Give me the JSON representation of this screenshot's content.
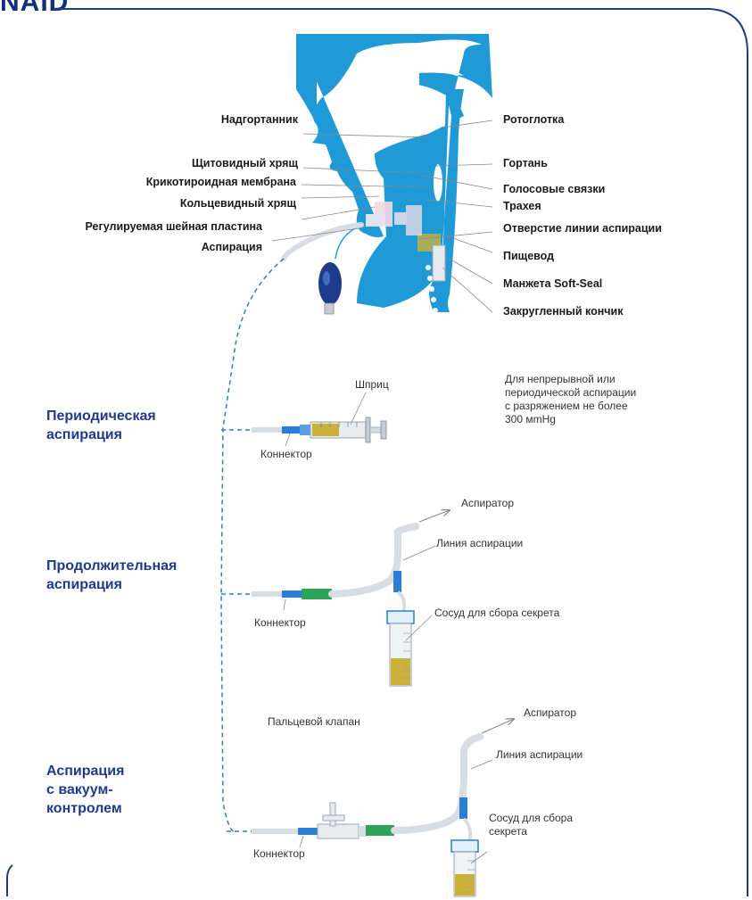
{
  "brand": "NAID",
  "colors": {
    "anatomy": "#1f9ad6",
    "frame": "#1f3a8a",
    "section_title": "#1f3a8a",
    "tube": "#d7dde2",
    "connector_blue": "#2b7fd2",
    "connector_green": "#2ea35a",
    "secretion": "#c9b13a"
  },
  "anatomy_labels": {
    "left": [
      {
        "name": "label-epiglottis",
        "text": "Надгортанник"
      },
      {
        "name": "label-thyroid-cartilage",
        "text": "Щитовидный хрящ"
      },
      {
        "name": "label-cricothyroid-membrane",
        "text": "Крикотироидная мембрана"
      },
      {
        "name": "label-cricoid-cartilage",
        "text": "Кольцевидный хрящ"
      },
      {
        "name": "label-neck-plate",
        "text": "Регулируемая шейная пластина"
      },
      {
        "name": "label-aspiration",
        "text": "Аспирация"
      }
    ],
    "right": [
      {
        "name": "label-oropharynx",
        "text": "Ротоглотка"
      },
      {
        "name": "label-larynx",
        "text": "Гортань"
      },
      {
        "name": "label-vocal-cords",
        "text": "Голосовые связки"
      },
      {
        "name": "label-trachea",
        "text": "Трахея"
      },
      {
        "name": "label-suction-port",
        "text": "Отверстие линии аспирации"
      },
      {
        "name": "label-esophagus",
        "text": "Пищевод"
      },
      {
        "name": "label-cuff",
        "text": "Манжета Soft-Seal"
      },
      {
        "name": "label-rounded-tip",
        "text": "Закругленный кончик"
      }
    ]
  },
  "note": {
    "lines": [
      "Для непрерывной или",
      "периодической аспирации",
      "с разряжением не более",
      "300 мmHg"
    ]
  },
  "sections": [
    {
      "name": "section-periodic",
      "lines": [
        "Периодическая",
        "аспирация"
      ]
    },
    {
      "name": "section-continuous",
      "lines": [
        "Продолжительная",
        "аспирация"
      ]
    },
    {
      "name": "section-vacuum",
      "lines": [
        "Аспирация",
        "с вакуум-",
        "контролем"
      ]
    }
  ],
  "periodic": {
    "syringe": "Шприц",
    "connector": "Коннектор"
  },
  "continuous": {
    "aspirator": "Аспиратор",
    "line": "Линия аспирации",
    "container": "Сосуд для сбора секрета",
    "connector": "Коннектор"
  },
  "vacuum": {
    "finger_valve": "Пальцевой клапан",
    "aspirator": "Аспиратор",
    "line": "Линия аспирации",
    "container_lines": [
      "Сосуд для сбора",
      "секрета"
    ],
    "connector": "Коннектор"
  }
}
